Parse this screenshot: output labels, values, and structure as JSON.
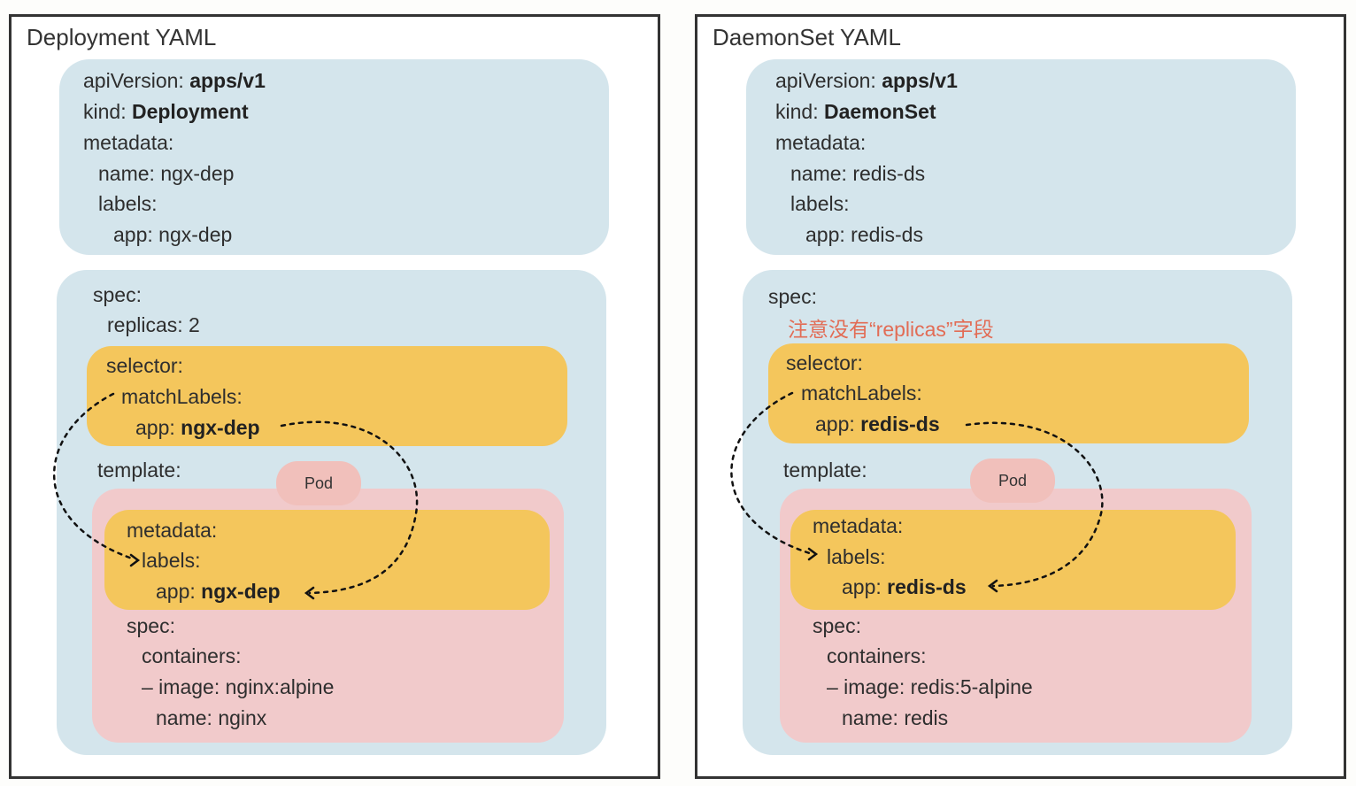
{
  "panels": {
    "deployment": {
      "title": "Deployment YAML",
      "header": {
        "api_key": "apiVersion: ",
        "api_val": "apps/v1",
        "kind_key": "kind: ",
        "kind_val": "Deployment",
        "metadata": "metadata:",
        "name": "name: ngx-dep",
        "labels": "labels:",
        "app": "app: ngx-dep"
      },
      "spec": {
        "spec": "spec:",
        "replicas": "replicas: 2",
        "selector": "selector:",
        "match_labels": "matchLabels:",
        "app_key": "app: ",
        "app_val": "ngx-dep",
        "template": "template:",
        "pod_badge": "Pod",
        "t_metadata": "metadata:",
        "t_labels": "labels:",
        "t_app_key": "app: ",
        "t_app_val": "ngx-dep",
        "t_spec": "spec:",
        "containers": "containers:",
        "image": "– image: nginx:alpine",
        "cname": "name: nginx"
      }
    },
    "daemonset": {
      "title": "DaemonSet YAML",
      "header": {
        "api_key": "apiVersion: ",
        "api_val": "apps/v1",
        "kind_key": "kind: ",
        "kind_val": "DaemonSet",
        "metadata": "metadata:",
        "name": "name: redis-ds",
        "labels": "labels:",
        "app": "app: redis-ds"
      },
      "spec": {
        "spec": "spec:",
        "note": "注意没有“replicas”字段",
        "selector": "selector:",
        "match_labels": "matchLabels:",
        "app_key": "app: ",
        "app_val": "redis-ds",
        "template": "template:",
        "pod_badge": "Pod",
        "t_metadata": "metadata:",
        "t_labels": "labels:",
        "t_app_key": "app: ",
        "t_app_val": "redis-ds",
        "t_spec": "spec:",
        "containers": "containers:",
        "image": "– image: redis:5-alpine",
        "cname": "name: redis"
      }
    }
  },
  "colors": {
    "blue": "#d4e5ec",
    "yellow": "#f4c65c",
    "pink": "#f1cacb",
    "note": "#e26c55"
  }
}
